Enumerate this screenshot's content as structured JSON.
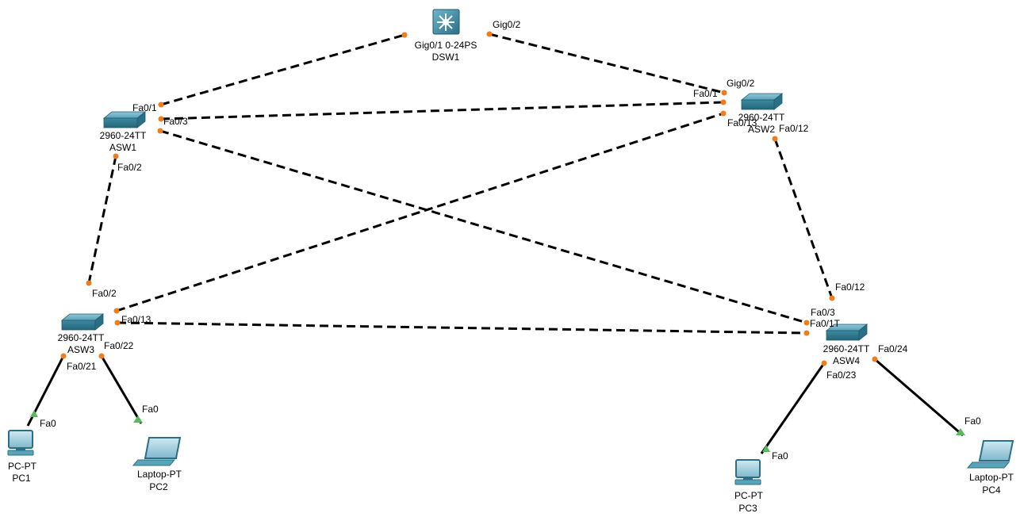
{
  "devices": {
    "dsw1": {
      "model": "Gig0/1 0-24PS",
      "name": "DSW1"
    },
    "asw1": {
      "model": "2960-24TT",
      "name": "ASW1"
    },
    "asw2": {
      "model": "2960-24TT",
      "name": "ASW2"
    },
    "asw3": {
      "model": "2960-24TT",
      "name": "ASW3"
    },
    "asw4": {
      "model": "2960-24TT",
      "name": "ASW4"
    },
    "pc1": {
      "model": "PC-PT",
      "name": "PC1"
    },
    "pc2": {
      "model": "Laptop-PT",
      "name": "PC2"
    },
    "pc3": {
      "model": "PC-PT",
      "name": "PC3"
    },
    "pc4": {
      "model": "Laptop-PT",
      "name": "PC4"
    }
  },
  "ports": {
    "dsw1_gig02": "Gig0/2",
    "asw2_gig02": "Gig0/2",
    "asw2_fa01": "Fa0/1",
    "asw2_fa013": "Fa0/13",
    "asw2_fa012": "Fa0/12",
    "asw1_fa01": "Fa0/1",
    "asw1_fa03": "Fa0/3",
    "asw1_fa02": "Fa0/2",
    "asw3_fa02": "Fa0/2",
    "asw3_fa013": "Fa0/13",
    "asw3_fa022": "Fa0/22",
    "asw3_fa021": "Fa0/21",
    "asw4_fa012": "Fa0/12",
    "asw4_fa03": "Fa0/3",
    "asw4_fa01": "Fa0/1T",
    "asw4_fa024": "Fa0/24",
    "asw4_fa023": "Fa0/23",
    "pc1_fa0": "Fa0",
    "pc2_fa0": "Fa0",
    "pc3_fa0": "Fa0",
    "pc4_fa0": "Fa0"
  },
  "colors": {
    "device": "#3d8aa1",
    "device_dark": "#256578",
    "link_down": "#f07c1a",
    "link_up": "#5cb85c"
  }
}
